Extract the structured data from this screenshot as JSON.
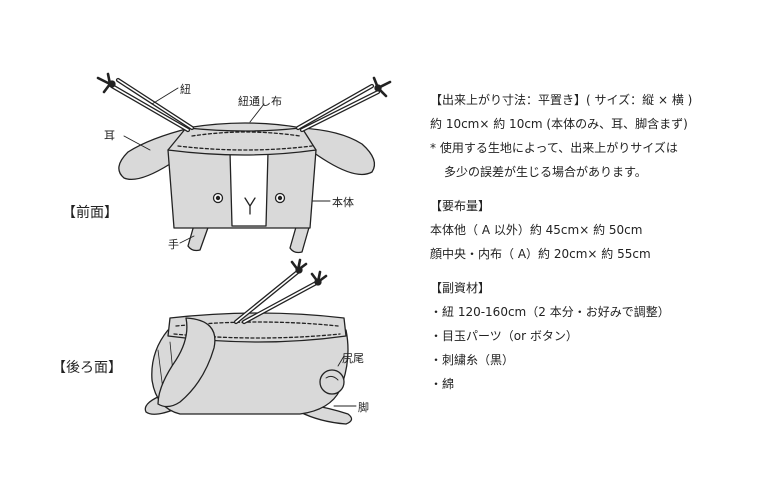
{
  "figure": {
    "front_label": "【前面】",
    "back_label": "【後ろ面】",
    "callouts": {
      "string": "紐",
      "string_casing": "紐通し布",
      "ear": "耳",
      "body": "本体",
      "hand": "手",
      "tail": "尻尾",
      "leg": "脚"
    },
    "colors": {
      "fabric_gray": "#d9d9d9",
      "face_white": "#ffffff",
      "outline": "#222222"
    }
  },
  "spec": {
    "size_heading": "【出来上がり寸法：平置き】( サイズ：縦 × 横 )",
    "size_value": "約 10cm× 約 10cm (本体のみ、耳、脚含まず)",
    "size_note_1": "* 使用する生地によって、出来上がりサイズは",
    "size_note_2": "多少の誤差が生じる場合があります。",
    "fabric_heading": "【要布量】",
    "fabric_1": "本体他（ A 以外）約 45cm× 約 50cm",
    "fabric_2": "顔中央・内布（ A）約 20cm× 約 55cm",
    "materials_heading": "【副資材】",
    "materials": [
      "・紐 120-160cm（2 本分・お好みで調整）",
      "・目玉パーツ（or ボタン）",
      "・刺繍糸（黒）",
      "・綿"
    ]
  }
}
